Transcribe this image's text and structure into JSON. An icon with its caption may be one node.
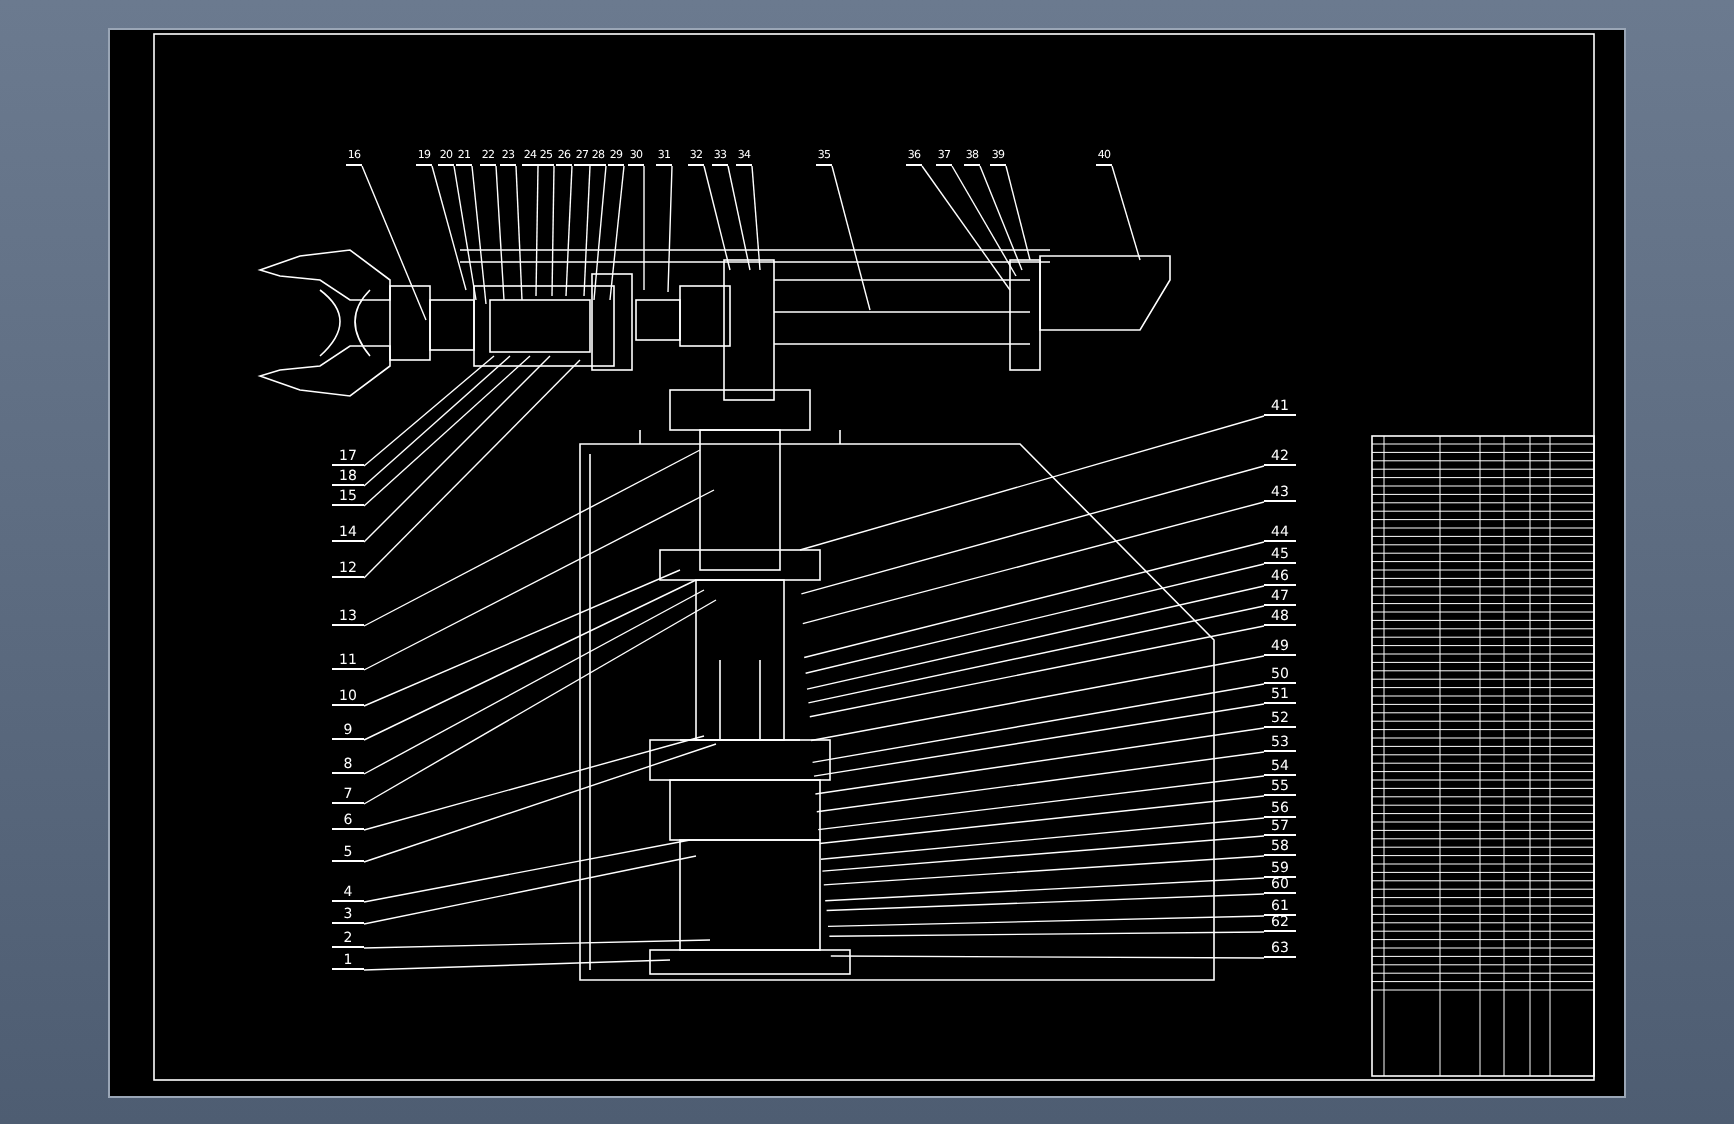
{
  "diagram": {
    "nodes": [
      {
        "text": [
          "16"
        ]
      },
      {
        "text": [
          "19"
        ]
      },
      {
        "text": [
          "20"
        ]
      },
      {
        "text": [
          "21"
        ]
      },
      {
        "text": [
          "22"
        ]
      },
      {
        "text": [
          "23"
        ]
      },
      {
        "text": [
          "24"
        ]
      },
      {
        "text": [
          "25"
        ]
      },
      {
        "text": [
          "26"
        ]
      },
      {
        "text": [
          "27"
        ]
      },
      {
        "text": [
          "28"
        ]
      },
      {
        "text": [
          "29"
        ]
      },
      {
        "text": [
          "30"
        ]
      },
      {
        "text": [
          "31"
        ]
      },
      {
        "text": [
          "32"
        ]
      },
      {
        "text": [
          "33"
        ]
      },
      {
        "text": [
          "34"
        ]
      },
      {
        "text": [
          "35"
        ]
      },
      {
        "text": [
          "36"
        ]
      },
      {
        "text": [
          "37"
        ]
      },
      {
        "text": [
          "38"
        ]
      },
      {
        "text": [
          "39"
        ]
      },
      {
        "text": [
          "40"
        ]
      },
      {
        "text": [
          "17"
        ]
      },
      {
        "text": [
          "18"
        ]
      },
      {
        "text": [
          "15"
        ]
      },
      {
        "text": [
          "14"
        ]
      },
      {
        "text": [
          "12"
        ]
      },
      {
        "text": [
          "13"
        ]
      },
      {
        "text": [
          "11"
        ]
      },
      {
        "text": [
          "10"
        ]
      },
      {
        "text": [
          "9"
        ]
      },
      {
        "text": [
          "8"
        ]
      },
      {
        "text": [
          "7"
        ]
      },
      {
        "text": [
          "6"
        ]
      },
      {
        "text": [
          "5"
        ]
      },
      {
        "text": [
          "4"
        ]
      },
      {
        "text": [
          "3"
        ]
      },
      {
        "text": [
          "2"
        ]
      },
      {
        "text": [
          "1"
        ]
      },
      {
        "text": [
          "41"
        ]
      },
      {
        "text": [
          "42"
        ]
      },
      {
        "text": [
          "43"
        ]
      },
      {
        "text": [
          "44"
        ]
      },
      {
        "text": [
          "45"
        ]
      },
      {
        "text": [
          "46"
        ]
      },
      {
        "text": [
          "47"
        ]
      },
      {
        "text": [
          "48"
        ]
      },
      {
        "text": [
          "49"
        ]
      },
      {
        "text": [
          "50"
        ]
      },
      {
        "text": [
          "51"
        ]
      },
      {
        "text": [
          "52"
        ]
      },
      {
        "text": [
          "53"
        ]
      },
      {
        "text": [
          "54"
        ]
      },
      {
        "text": [
          "55"
        ]
      },
      {
        "text": [
          "56"
        ]
      },
      {
        "text": [
          "57"
        ]
      },
      {
        "text": [
          "58"
        ]
      },
      {
        "text": [
          "59"
        ]
      },
      {
        "text": [
          "60"
        ]
      },
      {
        "text": [
          "61"
        ]
      },
      {
        "text": [
          "62"
        ]
      },
      {
        "text": [
          "63"
        ]
      }
    ],
    "edges": [
      {
        "from": 0,
        "to": null,
        "arrow": "none"
      },
      {
        "from": 1,
        "to": null,
        "arrow": "none"
      },
      {
        "from": 2,
        "to": null,
        "arrow": "none"
      },
      {
        "from": 3,
        "to": null,
        "arrow": "none"
      },
      {
        "from": 4,
        "to": null,
        "arrow": "none"
      },
      {
        "from": 5,
        "to": null,
        "arrow": "none"
      },
      {
        "from": 6,
        "to": null,
        "arrow": "none"
      },
      {
        "from": 7,
        "to": null,
        "arrow": "none"
      },
      {
        "from": 8,
        "to": null,
        "arrow": "none"
      },
      {
        "from": 9,
        "to": null,
        "arrow": "none"
      },
      {
        "from": 10,
        "to": null,
        "arrow": "none"
      },
      {
        "from": 11,
        "to": null,
        "arrow": "none"
      },
      {
        "from": 12,
        "to": null,
        "arrow": "none"
      },
      {
        "from": 13,
        "to": null,
        "arrow": "none"
      },
      {
        "from": 14,
        "to": null,
        "arrow": "none"
      },
      {
        "from": 15,
        "to": null,
        "arrow": "none"
      },
      {
        "from": 16,
        "to": null,
        "arrow": "none"
      },
      {
        "from": 17,
        "to": null,
        "arrow": "none"
      },
      {
        "from": 18,
        "to": null,
        "arrow": "none"
      },
      {
        "from": 19,
        "to": null,
        "arrow": "none"
      },
      {
        "from": 20,
        "to": null,
        "arrow": "none"
      },
      {
        "from": 21,
        "to": null,
        "arrow": "none"
      },
      {
        "from": 22,
        "to": null,
        "arrow": "none"
      },
      {
        "from": 23,
        "to": null,
        "arrow": "none"
      },
      {
        "from": 24,
        "to": null,
        "arrow": "none"
      },
      {
        "from": 25,
        "to": null,
        "arrow": "none"
      },
      {
        "from": 26,
        "to": null,
        "arrow": "none"
      },
      {
        "from": 27,
        "to": null,
        "arrow": "none"
      },
      {
        "from": 28,
        "to": null,
        "arrow": "none"
      },
      {
        "from": 29,
        "to": null,
        "arrow": "none"
      },
      {
        "from": 30,
        "to": null,
        "arrow": "none"
      },
      {
        "from": 31,
        "to": null,
        "arrow": "none"
      },
      {
        "from": 32,
        "to": null,
        "arrow": "none"
      },
      {
        "from": 33,
        "to": null,
        "arrow": "none"
      },
      {
        "from": 34,
        "to": null,
        "arrow": "none"
      },
      {
        "from": 35,
        "to": null,
        "arrow": "none"
      },
      {
        "from": 36,
        "to": null,
        "arrow": "none"
      },
      {
        "from": 37,
        "to": null,
        "arrow": "none"
      },
      {
        "from": 38,
        "to": null,
        "arrow": "none"
      },
      {
        "from": 39,
        "to": null,
        "arrow": "none"
      },
      {
        "from": 40,
        "to": null,
        "arrow": "none"
      },
      {
        "from": 41,
        "to": null,
        "arrow": "none"
      },
      {
        "from": 42,
        "to": null,
        "arrow": "none"
      },
      {
        "from": 43,
        "to": null,
        "arrow": "none"
      },
      {
        "from": 44,
        "to": null,
        "arrow": "none"
      },
      {
        "from": 45,
        "to": null,
        "arrow": "none"
      },
      {
        "from": 46,
        "to": null,
        "arrow": "none"
      },
      {
        "from": 47,
        "to": null,
        "arrow": "none"
      },
      {
        "from": 48,
        "to": null,
        "arrow": "none"
      },
      {
        "from": 49,
        "to": null,
        "arrow": "none"
      },
      {
        "from": 50,
        "to": null,
        "arrow": "none"
      },
      {
        "from": 51,
        "to": null,
        "arrow": "none"
      },
      {
        "from": 52,
        "to": null,
        "arrow": "none"
      },
      {
        "from": 53,
        "to": null,
        "arrow": "none"
      },
      {
        "from": 54,
        "to": null,
        "arrow": "none"
      },
      {
        "from": 55,
        "to": null,
        "arrow": "none"
      },
      {
        "from": 56,
        "to": null,
        "arrow": "none"
      },
      {
        "from": 57,
        "to": null,
        "arrow": "none"
      },
      {
        "from": 58,
        "to": null,
        "arrow": "none"
      },
      {
        "from": 59,
        "to": null,
        "arrow": "none"
      },
      {
        "from": 60,
        "to": null,
        "arrow": "none"
      },
      {
        "from": 61,
        "to": null,
        "arrow": "none"
      },
      {
        "from": 62,
        "to": null,
        "arrow": "none"
      }
    ]
  }
}
